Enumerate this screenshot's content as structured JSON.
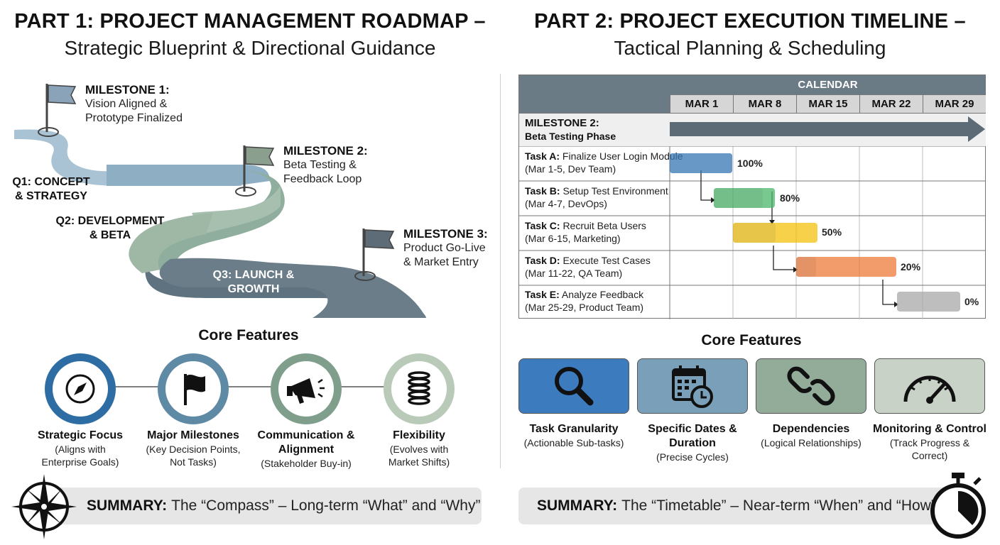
{
  "left": {
    "title": "PART 1: PROJECT MANAGEMENT ROADMAP –",
    "subtitle": "Strategic Blueprint & Directional Guidance",
    "milestones": [
      {
        "title": "MILESTONE 1:",
        "line1": "Vision Aligned &",
        "line2": "Prototype Finalized"
      },
      {
        "title": "MILESTONE 2:",
        "line1": "Beta Testing &",
        "line2": "Feedback Loop"
      },
      {
        "title": "MILESTONE 3:",
        "line1": "Product Go-Live",
        "line2": "& Market Entry"
      }
    ],
    "phases": [
      {
        "line1": "Q1: CONCEPT",
        "line2": "& STRATEGY"
      },
      {
        "line1": "Q2: DEVELOPMENT",
        "line2": "& BETA"
      },
      {
        "line1": "Q3: LAUNCH & GROWTH"
      }
    ],
    "features_title": "Core Features",
    "features": [
      {
        "title": "Strategic Focus",
        "line1": "(Aligns with",
        "line2": "Enterprise Goals)",
        "icon": "compass-icon",
        "color": "#2e6da4"
      },
      {
        "title": "Major Milestones",
        "line1": "(Key Decision Points,",
        "line2": "Not Tasks)",
        "icon": "flag-icon",
        "color": "#5f8aa6"
      },
      {
        "title": "Communication &",
        "title2": "Alignment",
        "line1": "(Stakeholder Buy-in)",
        "icon": "megaphone-icon",
        "color": "#7f9f8c"
      },
      {
        "title": "Flexibility",
        "line1": "(Evolves with",
        "line2": "Market Shifts)",
        "icon": "spring-icon",
        "color": "#b9cab8"
      }
    ],
    "summary": {
      "label": "SUMMARY:",
      "text": "The “Compass” – Long-term “What” and “Why”"
    }
  },
  "right": {
    "title": "PART 2: PROJECT EXECUTION TIMELINE –",
    "subtitle": "Tactical Planning & Scheduling",
    "calendar_label": "CALENDAR",
    "dates": [
      "MAR 1",
      "MAR 8",
      "MAR 15",
      "MAR 22",
      "MAR 29"
    ],
    "milestone_row": {
      "title": "MILESTONE 2:",
      "subtitle": "Beta Testing Phase"
    },
    "tasks": [
      {
        "name": "Task A:",
        "desc": "Finalize User Login Module",
        "detail": "(Mar 1-5, Dev Team)",
        "pct": "100%",
        "progress": 1.0,
        "color": "#3b82c4"
      },
      {
        "name": "Task B:",
        "desc": "Setup Test Environment",
        "detail": "(Mar 4-7, DevOps)",
        "pct": "80%",
        "progress": 0.8,
        "color": "#4cb86a"
      },
      {
        "name": "Task C:",
        "desc": "Recruit Beta Users",
        "detail": "(Mar 6-15, Marketing)",
        "pct": "50%",
        "progress": 0.5,
        "color": "#f4c20d"
      },
      {
        "name": "Task D:",
        "desc": "Execute Test Cases",
        "detail": "(Mar 11-22, QA Team)",
        "pct": "20%",
        "progress": 0.2,
        "color": "#ee7a3a"
      },
      {
        "name": "Task E:",
        "desc": "Analyze Feedback",
        "detail": "(Mar 25-29, Product Team)",
        "pct": "0%",
        "progress": 0.0,
        "color": "#a8a8a8"
      }
    ],
    "features_title": "Core Features",
    "features": [
      {
        "title": "Task Granularity",
        "line1": "(Actionable Sub-tasks)",
        "icon": "magnifier-icon",
        "color": "#3d7bbf"
      },
      {
        "title": "Specific Dates &",
        "title2": "Duration",
        "line1": "(Precise Cycles)",
        "icon": "calendar-clock-icon",
        "color": "#7a9fb8"
      },
      {
        "title": "Dependencies",
        "line1": "(Logical Relationships)",
        "icon": "chain-link-icon",
        "color": "#93ac9a"
      },
      {
        "title": "Monitoring & Control",
        "line1": "(Track Progress &",
        "line2": "Correct)",
        "icon": "gauge-icon",
        "color": "#c9d2c6"
      }
    ],
    "summary": {
      "label": "SUMMARY:",
      "text": "The “Timetable” – Near-term “When” and “How”"
    }
  }
}
